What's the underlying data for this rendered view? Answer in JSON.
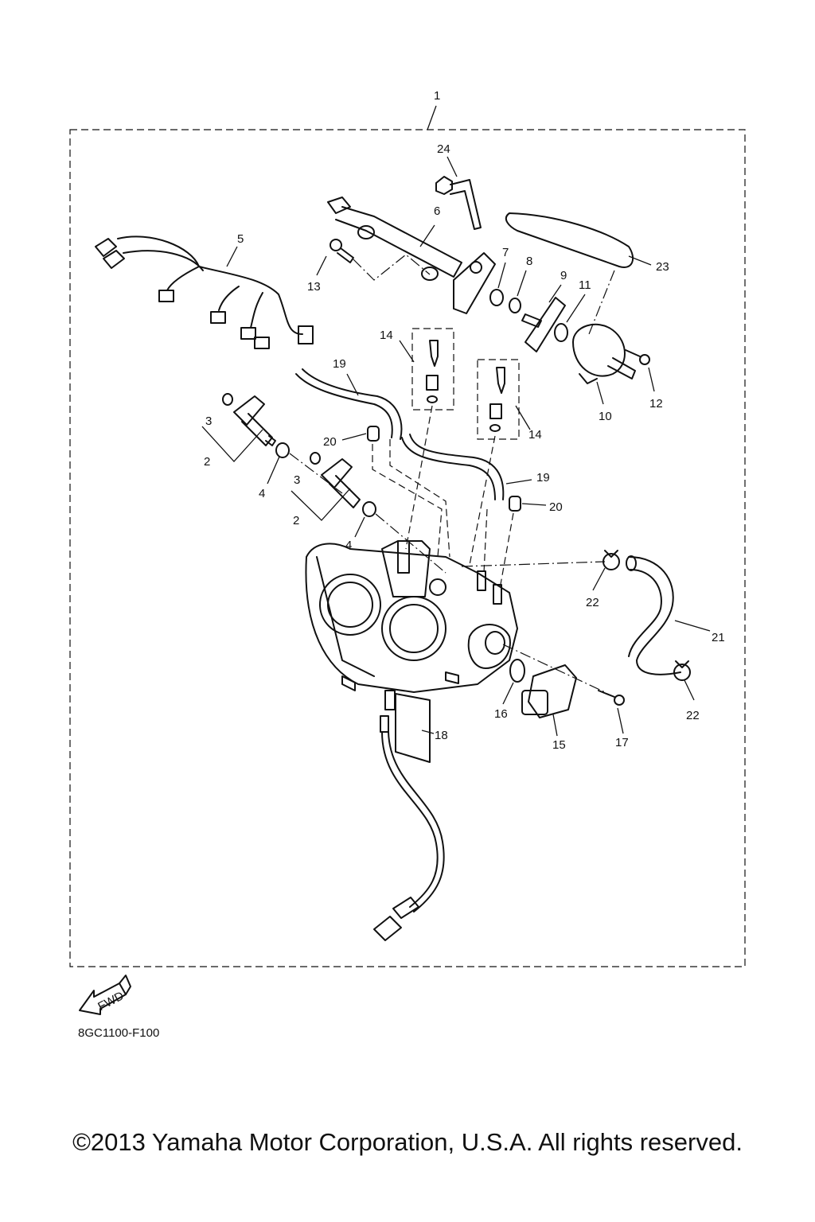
{
  "diagram": {
    "callouts": [
      "1",
      "2",
      "2",
      "3",
      "3",
      "4",
      "4",
      "5",
      "6",
      "7",
      "8",
      "9",
      "10",
      "11",
      "12",
      "13",
      "14",
      "14",
      "15",
      "16",
      "17",
      "18",
      "19",
      "19",
      "20",
      "20",
      "21",
      "22",
      "22",
      "23",
      "24"
    ],
    "fwd_label": "FWD",
    "ref_code": "8GC1100-F100",
    "copyright": "©2013 Yamaha Motor Corporation, U.S.A. All rights reserved."
  }
}
